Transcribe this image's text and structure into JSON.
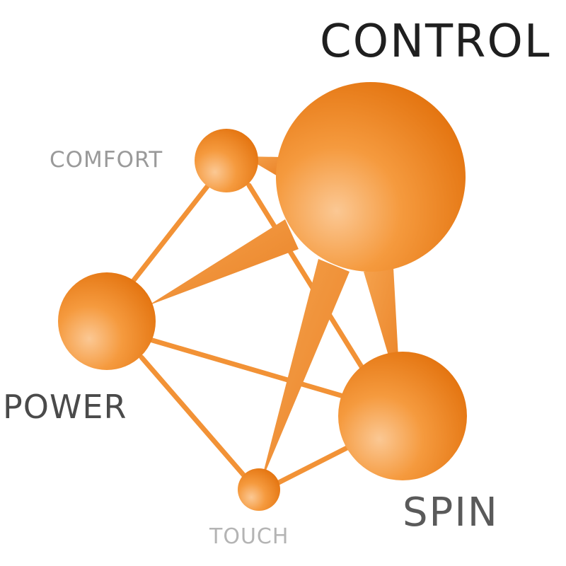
{
  "nodes": {
    "control": {
      "label": "CONTROL"
    },
    "comfort": {
      "label": "COMFORT"
    },
    "power": {
      "label": "POWER"
    },
    "spin": {
      "label": "SPIN"
    },
    "touch": {
      "label": "TOUCH"
    }
  },
  "colors": {
    "sphere_highlight": "#fbc894",
    "sphere_mid": "#f59a3e",
    "sphere_shadow": "#e47511",
    "connector": "#f29236",
    "label_dark": "#1f1f1f",
    "label_gray": "#9a9a9a"
  }
}
